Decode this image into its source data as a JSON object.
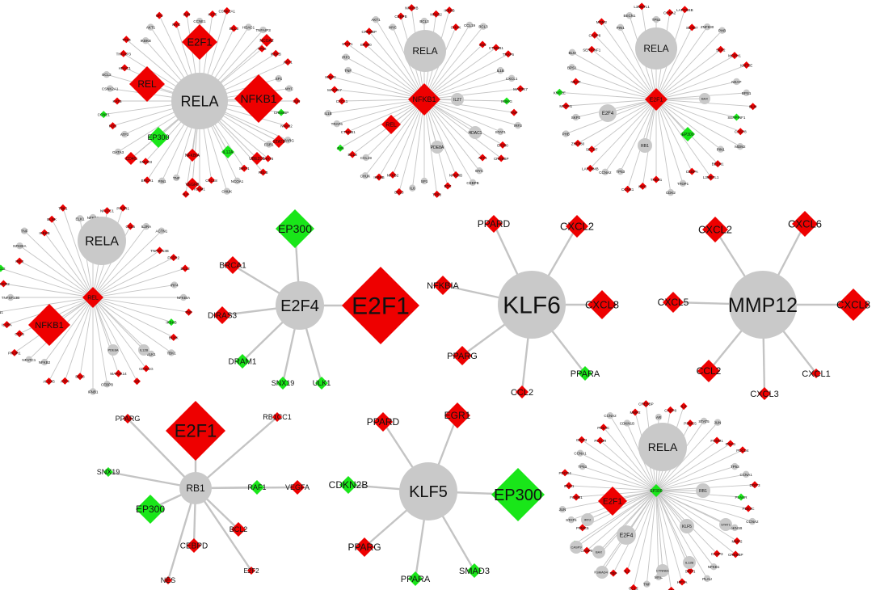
{
  "colors": {
    "gray": "#c9c9c9",
    "red": "#ee0000",
    "green": "#19e619",
    "edge": "#c4c4c4"
  },
  "networks": [
    {
      "id": "rela-net-1",
      "big": [
        {
          "label": "RELA",
          "shape": "circle",
          "color": "gray"
        },
        {
          "label": "E2F1",
          "shape": "diamond",
          "color": "red"
        },
        {
          "label": "REL",
          "shape": "diamond",
          "color": "red"
        },
        {
          "label": "NFKB1",
          "shape": "diamond",
          "color": "red"
        },
        {
          "label": "EP300",
          "shape": "diamond",
          "color": "green"
        },
        {
          "label": "NFKBIA",
          "shape": "diamond",
          "color": "red"
        },
        {
          "label": "IL12A",
          "shape": "diamond",
          "color": "green"
        },
        {
          "label": "UBE2D1",
          "shape": "diamond",
          "color": "red"
        },
        {
          "label": "CD40",
          "shape": "diamond",
          "color": "red"
        },
        {
          "label": "VEGFB",
          "shape": "diamond",
          "color": "red"
        },
        {
          "label": "NCOA2",
          "shape": "diamond",
          "color": "red"
        },
        {
          "label": "STAT6",
          "shape": "diamond",
          "color": "red"
        }
      ],
      "ring_labels": [
        "CCNE1",
        "KAT5",
        "CSNK2A1",
        "BCL3",
        "HDAC1",
        "TNFAIP3",
        "TP53",
        "IKBKB",
        "AKT1",
        "SP1",
        "MYC",
        "JUN",
        "CREBBP",
        "NFKB2",
        "PPARG",
        "ESR1",
        "STAT3",
        "RELB",
        "SIRT1",
        "NCOA1",
        "CHUK",
        "CXCL8",
        "ICAM1",
        "IL6",
        "TNF",
        "PIN1",
        "BRCA1",
        "SMAD3",
        "CEBPB",
        "GATA3",
        "ATF2",
        "FOS"
      ]
    },
    {
      "id": "nfkb1-net",
      "big": [
        {
          "label": "RELA",
          "shape": "circle",
          "color": "gray"
        },
        {
          "label": "NFKB1",
          "shape": "diamond",
          "color": "red"
        },
        {
          "label": "REL",
          "shape": "diamond",
          "color": "red"
        },
        {
          "label": "HDAC1",
          "shape": "circle",
          "color": "gray"
        },
        {
          "label": "IL27",
          "shape": "circle",
          "color": "gray"
        },
        {
          "label": "PDE8A",
          "shape": "circle",
          "color": "gray"
        }
      ],
      "ring_labels": [
        "BCL3",
        "NFKB2",
        "IKBKB",
        "CHUK",
        "CCL19",
        "BCL3",
        "JUN",
        "CTNNB1",
        "TRAF6",
        "IL1B",
        "CXCL1",
        "MAP3K7",
        "IKBKG",
        "TNF",
        "IRF3",
        "STAT1",
        "EP300",
        "CREBBP",
        "AKT1",
        "MYC",
        "CEBPB",
        "NFKBIB",
        "BTK",
        "TP53",
        "SP1",
        "IL6"
      ]
    },
    {
      "id": "rela-net-2",
      "big": [
        {
          "label": "RELA",
          "shape": "circle",
          "color": "gray"
        },
        {
          "label": "E2F1",
          "shape": "diamond",
          "color": "red"
        },
        {
          "label": "E2F4",
          "shape": "circle",
          "color": "gray"
        },
        {
          "label": "RB1",
          "shape": "circle",
          "color": "gray"
        },
        {
          "label": "BAX",
          "shape": "circle",
          "color": "gray"
        },
        {
          "label": "EP300",
          "shape": "diamond",
          "color": "green"
        }
      ],
      "ring_labels": [
        "TP53",
        "CCNA2",
        "LAPTM4B",
        "SETD7",
        "ZNF830",
        "PHB",
        "SKP2",
        "MCPH1",
        "KMT2E",
        "NEAP",
        "BPS1",
        "BLM",
        "SERPINF1",
        "CASP8",
        "MDM2",
        "PIN1",
        "BECN1",
        "L3MBTL1",
        "CEBPA",
        "TFDP1",
        "CDK2",
        "THBS1",
        "MYC",
        "CCNE1"
      ]
    },
    {
      "id": "rel-net",
      "big": [
        {
          "label": "RELA",
          "shape": "circle",
          "color": "gray"
        },
        {
          "label": "REL",
          "shape": "diamond",
          "color": "red"
        },
        {
          "label": "NFKB1",
          "shape": "diamond",
          "color": "red"
        },
        {
          "label": "PDE8A",
          "shape": "circle",
          "color": "gray"
        },
        {
          "label": "IL12B",
          "shape": "circle",
          "color": "gray"
        }
      ],
      "ring_labels": [
        "NFKB2",
        "NFATC1",
        "PIK3R1",
        "CCL5",
        "IL2RA",
        "ACTN1",
        "TNFSF13B",
        "FCER2",
        "BCL2",
        "IRF4",
        "NFKBIA",
        "TNF",
        "IKBKB",
        "BLNK",
        "TBK1",
        "ELK1",
        "CD40LG",
        "AR",
        "MAP3K14",
        "CEBPB",
        "IFNB1",
        "BCL3",
        "ATF4",
        "ALOX5"
      ]
    },
    {
      "id": "e2f4-net",
      "center": {
        "label": "E2F4"
      },
      "nodes": [
        {
          "label": "EP300",
          "color": "green"
        },
        {
          "label": "BRCA1",
          "color": "red"
        },
        {
          "label": "DIRAS3",
          "color": "red"
        },
        {
          "label": "DRAM1",
          "color": "green"
        },
        {
          "label": "SNX19",
          "color": "green"
        },
        {
          "label": "ULK1",
          "color": "green"
        },
        {
          "label": "E2F1",
          "color": "red"
        }
      ]
    },
    {
      "id": "klf6-net",
      "center": {
        "label": "KLF6"
      },
      "nodes": [
        {
          "label": "PPARD",
          "color": "red"
        },
        {
          "label": "CXCL2",
          "color": "red"
        },
        {
          "label": "NFKBIA",
          "color": "red"
        },
        {
          "label": "CXCL8",
          "color": "red"
        },
        {
          "label": "PPARG",
          "color": "red"
        },
        {
          "label": "PPARA",
          "color": "green"
        },
        {
          "label": "CCL2",
          "color": "red"
        }
      ]
    },
    {
      "id": "mmp12-net",
      "center": {
        "label": "MMP12"
      },
      "nodes": [
        {
          "label": "CXCL2",
          "color": "red"
        },
        {
          "label": "CXCL6",
          "color": "red"
        },
        {
          "label": "CXCL5",
          "color": "red"
        },
        {
          "label": "CXCL8",
          "color": "red"
        },
        {
          "label": "CCL2",
          "color": "red"
        },
        {
          "label": "CXCL3",
          "color": "red"
        },
        {
          "label": "CXCL1",
          "color": "red"
        }
      ]
    },
    {
      "id": "rb1-net",
      "center": {
        "label": "RB1"
      },
      "nodes": [
        {
          "label": "E2F1",
          "color": "red"
        },
        {
          "label": "PPARG",
          "color": "red"
        },
        {
          "label": "RB1CC1",
          "color": "red"
        },
        {
          "label": "SNX19",
          "color": "green"
        },
        {
          "label": "RAF1",
          "color": "green"
        },
        {
          "label": "VEGFA",
          "color": "red"
        },
        {
          "label": "EP300",
          "color": "green"
        },
        {
          "label": "BCL2",
          "color": "red"
        },
        {
          "label": "CEBPD",
          "color": "red"
        },
        {
          "label": "E2F2",
          "color": "red"
        },
        {
          "label": "NES",
          "color": "red"
        }
      ]
    },
    {
      "id": "klf5-net",
      "center": {
        "label": "KLF5"
      },
      "nodes": [
        {
          "label": "PPARD",
          "color": "red"
        },
        {
          "label": "EGR1",
          "color": "red"
        },
        {
          "label": "CDKN2B",
          "color": "green"
        },
        {
          "label": "EP300",
          "color": "green"
        },
        {
          "label": "PPARG",
          "color": "red"
        },
        {
          "label": "PPARA",
          "color": "green"
        },
        {
          "label": "SMAD3",
          "color": "green"
        }
      ]
    },
    {
      "id": "ep300-net",
      "big": [
        {
          "label": "RELA",
          "shape": "circle",
          "color": "gray"
        },
        {
          "label": "EP300",
          "shape": "diamond",
          "color": "green"
        },
        {
          "label": "E2F1",
          "shape": "diamond",
          "color": "red"
        },
        {
          "label": "RB1",
          "shape": "circle",
          "color": "gray"
        },
        {
          "label": "E2F4",
          "shape": "circle",
          "color": "gray"
        },
        {
          "label": "KLF5",
          "shape": "circle",
          "color": "gray"
        },
        {
          "label": "IRF2",
          "shape": "circle",
          "color": "gray"
        },
        {
          "label": "STAT1",
          "shape": "circle",
          "color": "gray"
        },
        {
          "label": "BAX",
          "shape": "circle",
          "color": "gray"
        },
        {
          "label": "SMAD4",
          "shape": "circle",
          "color": "gray"
        },
        {
          "label": "CASP9",
          "shape": "circle",
          "color": "gray"
        },
        {
          "label": "CTNNB1",
          "shape": "circle",
          "color": "gray"
        },
        {
          "label": "IL12B",
          "shape": "circle",
          "color": "gray"
        }
      ],
      "ring_labels": [
        "AR",
        "CASP8",
        "IL6",
        "PSMC5",
        "STAT5",
        "JUN",
        "FOXM1",
        "IFNA1",
        "PDCD4",
        "TP53",
        "CCNA1",
        "DDIT3",
        "PLAUR",
        "PDE4C",
        "CCNA2",
        "CDKN1B",
        "MMP2",
        "CREBBP",
        "CASP3",
        "NFKB1",
        "PLAU",
        "SIRT1",
        "HIF1A",
        "SP1",
        "MYC",
        "TNF",
        "CCL2",
        "IL2",
        "TBP",
        "MDM2"
      ]
    }
  ]
}
